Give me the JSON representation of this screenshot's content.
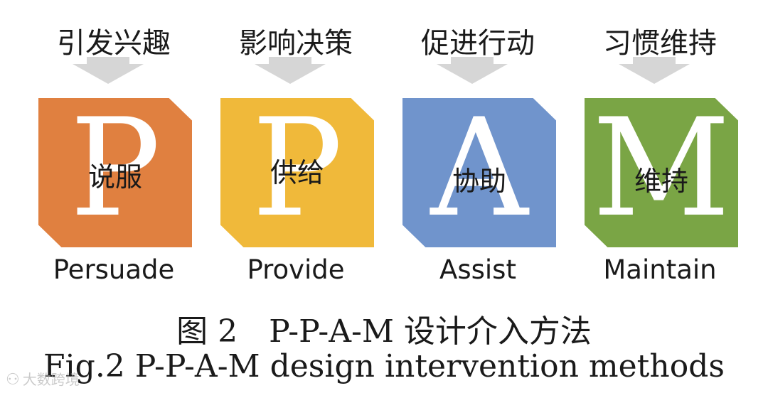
{
  "stages": [
    {
      "top": "引发兴趣",
      "letter": "P",
      "cn": "说服",
      "en": "Persuade",
      "color": "#e08040"
    },
    {
      "top": "影响决策",
      "letter": "P",
      "cn": "供给",
      "en": "Provide",
      "color": "#f0b93a"
    },
    {
      "top": "促进行动",
      "letter": "A",
      "cn": "协助",
      "en": "Assist",
      "color": "#7094cc"
    },
    {
      "top": "习惯维持",
      "letter": "M",
      "cn": "维持",
      "en": "Maintain",
      "color": "#7aa545"
    }
  ],
  "caption": {
    "cn": "图 2　P-P-A-M 设计介入方法",
    "en": "Fig.2 P-P-A-M design intervention methods"
  },
  "watermark": "大数跨境",
  "arrow_color": "#d6d6d6"
}
